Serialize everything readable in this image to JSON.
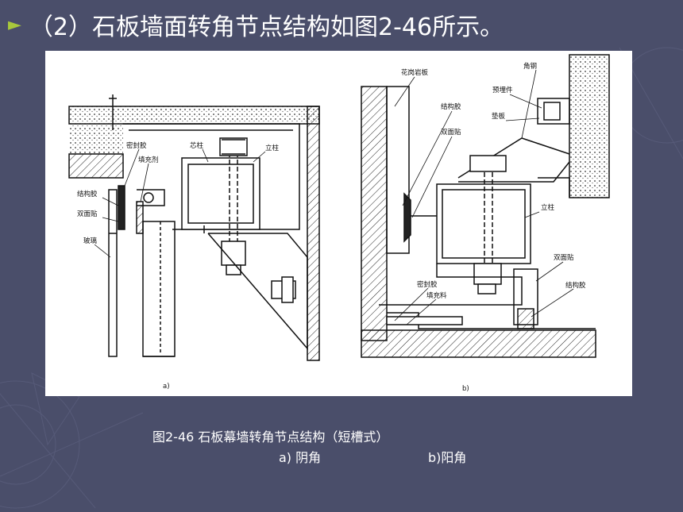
{
  "slide": {
    "bullet": "►",
    "title": "（2）石板墙面转角节点结构如图2-46所示。"
  },
  "figure": {
    "a": {
      "sublabel": "a)",
      "labels": {
        "sealant": "密封胶",
        "filler": "填充剂",
        "structural_adhesive": "结构胶",
        "double_sided_tape": "双面贴",
        "glass": "玻璃",
        "core_post": "芯柱",
        "mullion": "立柱"
      }
    },
    "b": {
      "sublabel": "b)",
      "labels": {
        "granite_panel": "花岗岩板",
        "angle_steel": "角钢",
        "embedded_part": "预埋件",
        "backing_plate": "垫板",
        "structural_adhesive": "结构胶",
        "double_sided_tape": "双面贴",
        "mullion": "立柱",
        "double_sided_tape_2": "双面贴",
        "structural_adhesive_2": "结构胶",
        "sealant": "密封胶",
        "filler": "填充料"
      }
    }
  },
  "caption": {
    "line1": "图2-46  石板幕墙转角节点结构（短槽式）",
    "sub_a": "a) 阴角",
    "sub_b": "b)阳角"
  }
}
